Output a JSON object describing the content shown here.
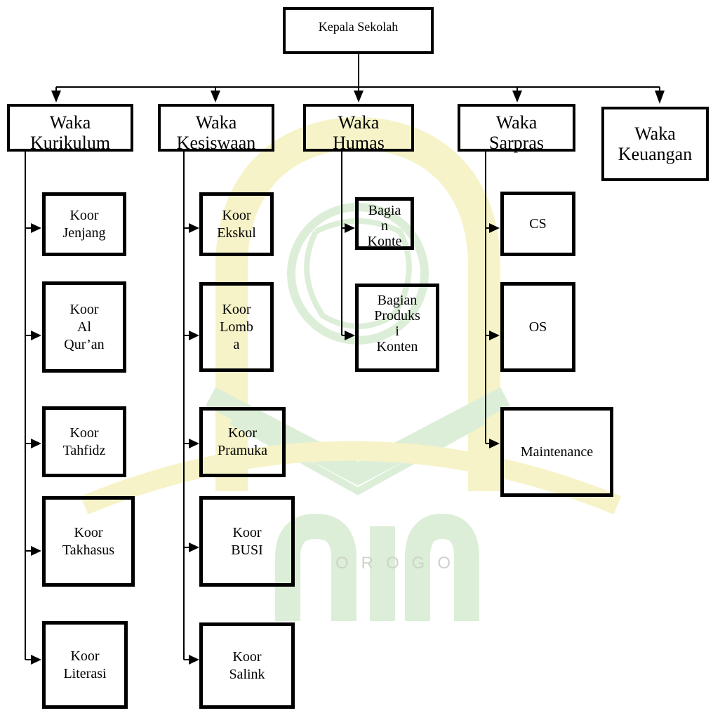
{
  "head": {
    "label": "Kepala Sekolah"
  },
  "departments": {
    "kurikulum": {
      "title": "Waka\nKurikulum",
      "units": [
        "Koor\nJenjang",
        "Koor\nAl\nQur’an",
        "Koor\nTahfidz",
        "Koor\nTakhasus",
        "Koor\nLiterasi"
      ]
    },
    "kesiswaan": {
      "title": "Waka\nKesiswaan",
      "units": [
        "Koor\nEkskul",
        "Koor\nLomb\na",
        "Koor\nPramuka",
        "Koor\nBUSI",
        "Koor\nSalink"
      ]
    },
    "humas": {
      "title": "Waka\nHumas",
      "units": [
        "Bagia\nn\nKonte",
        "Bagian\nProduks\ni\nKonten"
      ]
    },
    "sarpras": {
      "title": "Waka\nSarpras",
      "units": [
        "CS",
        "OS",
        "Maintenance"
      ]
    },
    "keuangan": {
      "title": "Waka\nKeuangan"
    }
  },
  "watermark": {
    "text": "OROGO"
  },
  "colors": {
    "line": "#000000",
    "watermark_yellow": "#f6f3c8",
    "watermark_green": "#dceed7",
    "watermark_text": "#cdd3ca"
  }
}
